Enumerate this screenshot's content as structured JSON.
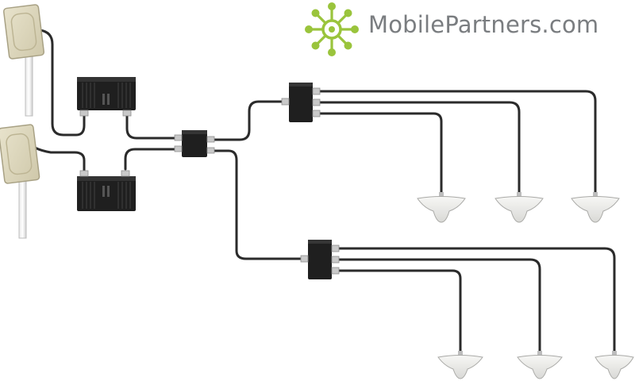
{
  "brand": {
    "name": "MobilePartners.com",
    "accent_color": "#9ac43c",
    "text_color": "#7a7d80",
    "logo_icon": "green-starburst-network-icon"
  },
  "diagram": {
    "components": {
      "donor_antennas": 2,
      "amplifiers": 2,
      "combiners": 1,
      "splitters": 2,
      "indoor_dome_antennas": 6
    },
    "colors": {
      "cable": "#2b2b2b",
      "device_body": "#1f1f1f",
      "antenna_panel": "#dcd6bc",
      "dome": "#eeeeec",
      "connector": "#c9c9c9"
    }
  }
}
